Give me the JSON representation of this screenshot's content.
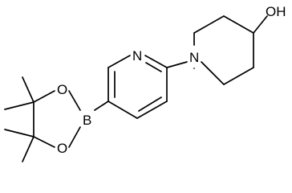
{
  "molecule": {
    "atoms": {
      "hydroxyl": "OH",
      "piperidine_nitrogen": "N",
      "pyridine_nitrogen": "N",
      "boron": "B",
      "oxygen_upper": "O",
      "oxygen_lower": "O"
    }
  }
}
